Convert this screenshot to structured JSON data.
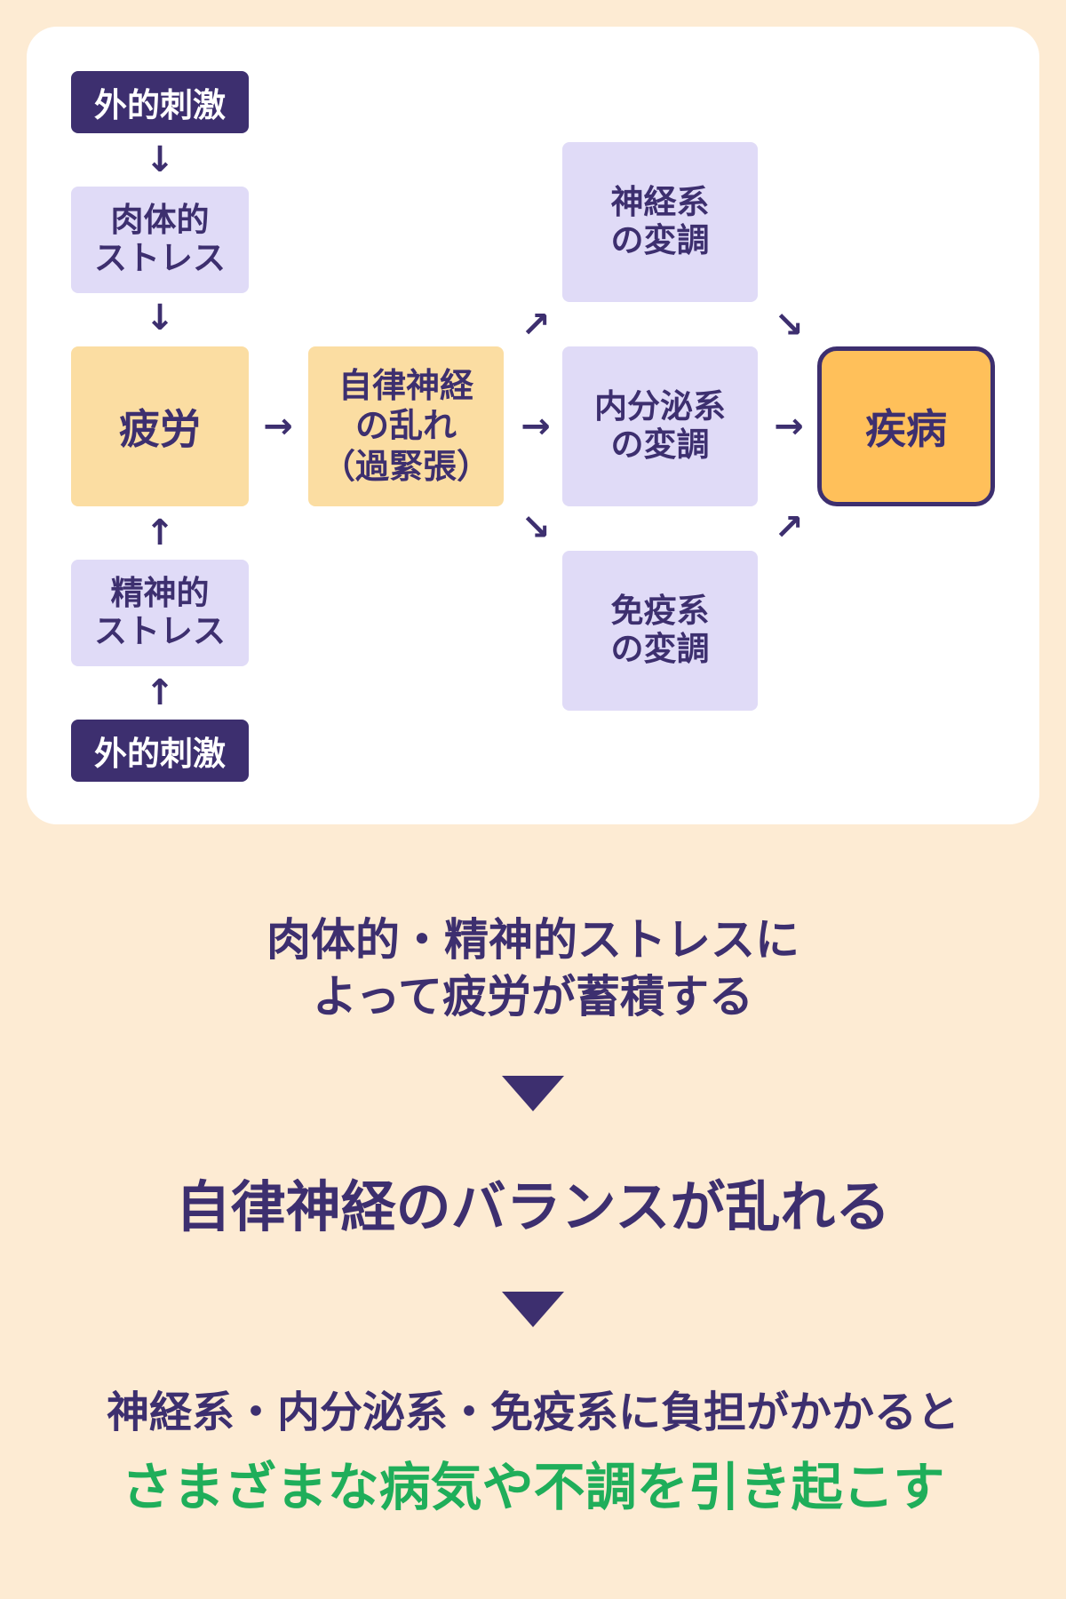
{
  "diagram": {
    "outer_stimulus_top": "外的刺激",
    "physical_stress": "肉体的\nストレス",
    "fatigue": "疲労",
    "mental_stress": "精神的\nストレス",
    "outer_stimulus_bottom": "外的刺激",
    "autonomic": "自律神経\nの乱れ\n（過緊張）",
    "nervous": "神経系\nの変調",
    "endocrine": "内分泌系\nの変調",
    "immune": "免疫系\nの変調",
    "disease": "疾病",
    "arrows": {
      "down": "↓",
      "up": "↑",
      "right": "→",
      "up_right": "↗",
      "down_right": "↘"
    }
  },
  "steps": {
    "step1_line1": "肉体的・精神的ストレスに",
    "step1_line2": "よって疲労が蓄積する",
    "step2": "自律神経のバランスが乱れる",
    "step3_line1": "神経系・内分泌系・免疫系に負担がかかると",
    "step3_line2": "さまざまな病気や不調を引き起こす"
  },
  "colors": {
    "background": "#fdebd3",
    "navy": "#3d2f6f",
    "lavender": "#e0dbf7",
    "tan": "#fbdda2",
    "orange": "#ffc05a",
    "green": "#1fae5a"
  }
}
